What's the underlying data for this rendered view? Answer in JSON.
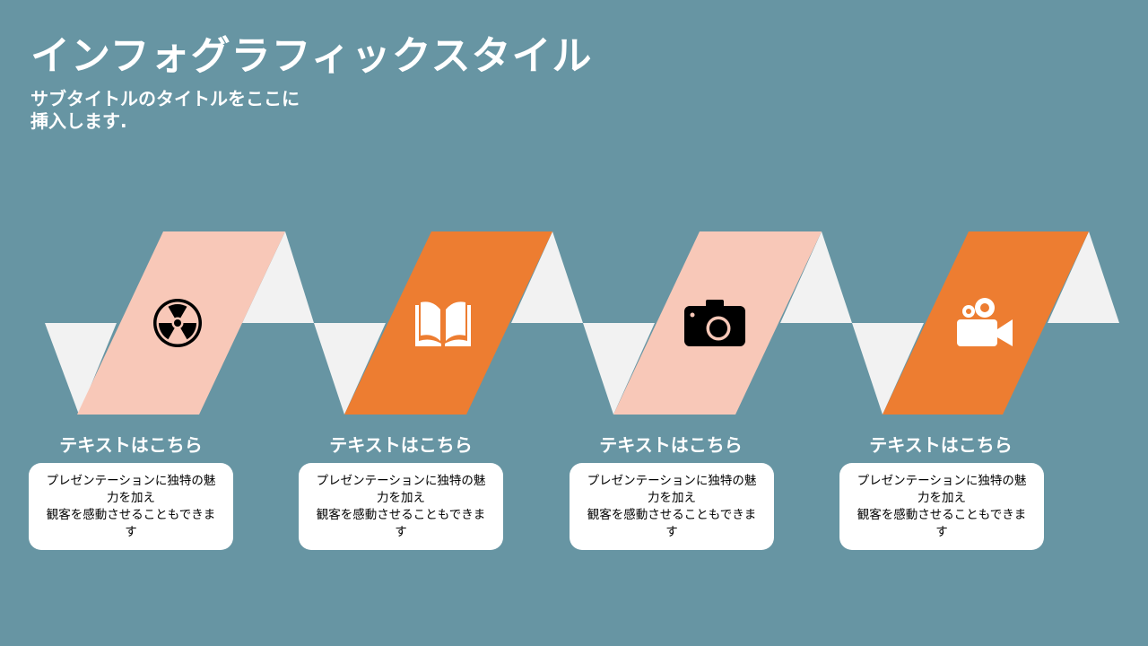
{
  "title": "インフォグラフィックスタイル",
  "subtitle": "サブタイトルのタイトルをここに挿入します.",
  "colors": {
    "background": "#6795a3",
    "light_triangle": "#f2f2f2",
    "peach": "#f8c8b8",
    "orange": "#ed7d31"
  },
  "steps": [
    {
      "icon": "radiation-icon",
      "color": "peach",
      "label": "テキストはこちら",
      "text": "プレゼンテーションに独特の魅力を加え\n観客を感動させることもできます"
    },
    {
      "icon": "book-icon",
      "color": "orange",
      "label": "テキストはこちら",
      "text": "プレゼンテーションに独特の魅力を加え\n観客を感動させることもできます"
    },
    {
      "icon": "camera-icon",
      "color": "peach",
      "label": "テキストはこちら",
      "text": "プレゼンテーションに独特の魅力を加え\n観客を感動させることもできます"
    },
    {
      "icon": "video-camera-icon",
      "color": "orange",
      "label": "テキストはこちら",
      "text": "プレゼンテーションに独特の魅力を加え\n観客を感動させることもできます"
    }
  ]
}
